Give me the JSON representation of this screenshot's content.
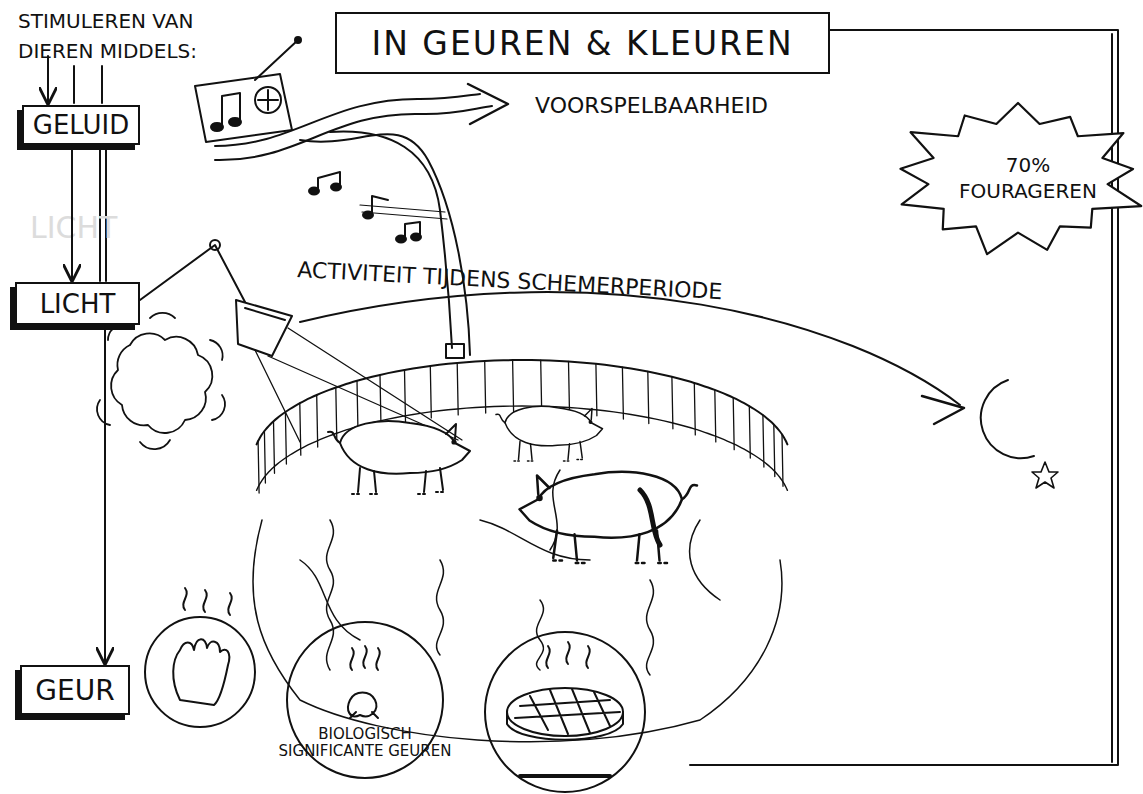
{
  "diagram": {
    "title": "IN GEUREN & KLEUREN",
    "nodes": [
      {
        "text": [
          "GELUID"
        ]
      },
      {
        "text": [
          "LICHT"
        ]
      },
      {
        "text": [
          "GEUR"
        ]
      },
      {
        "text": [
          "70% FOURAGEREN"
        ]
      },
      {
        "text": [
          "BIOLOGISCH SIGNIFICANTE GEUREN"
        ]
      }
    ],
    "edges": [
      {
        "from": 0,
        "to": 1,
        "arrow": "to"
      },
      {
        "from": 1,
        "to": 2,
        "arrow": "to"
      }
    ],
    "labels": [
      "STIMULEREN VAN DIEREN MIDDELS:",
      "VOORSPELBAARHEID",
      "ACTIVITEIT TIJDENS SCHEMERPERIODE",
      "LICHT"
    ]
  }
}
